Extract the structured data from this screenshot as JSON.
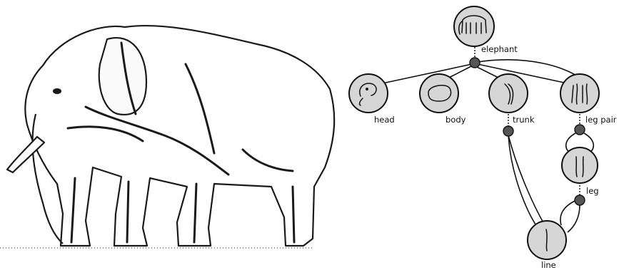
{
  "illusion": {
    "description_icon": "impossible-elephant-illusion"
  },
  "graph": {
    "nodes": {
      "elephant": "elephant",
      "head": "head",
      "body": "body",
      "trunk": "trunk",
      "leg_pair": "leg pair",
      "leg": "leg",
      "line": "line"
    }
  },
  "colors": {
    "node_fill": "#d6d6d6",
    "joint_fill": "#555555",
    "ink": "#111111"
  }
}
